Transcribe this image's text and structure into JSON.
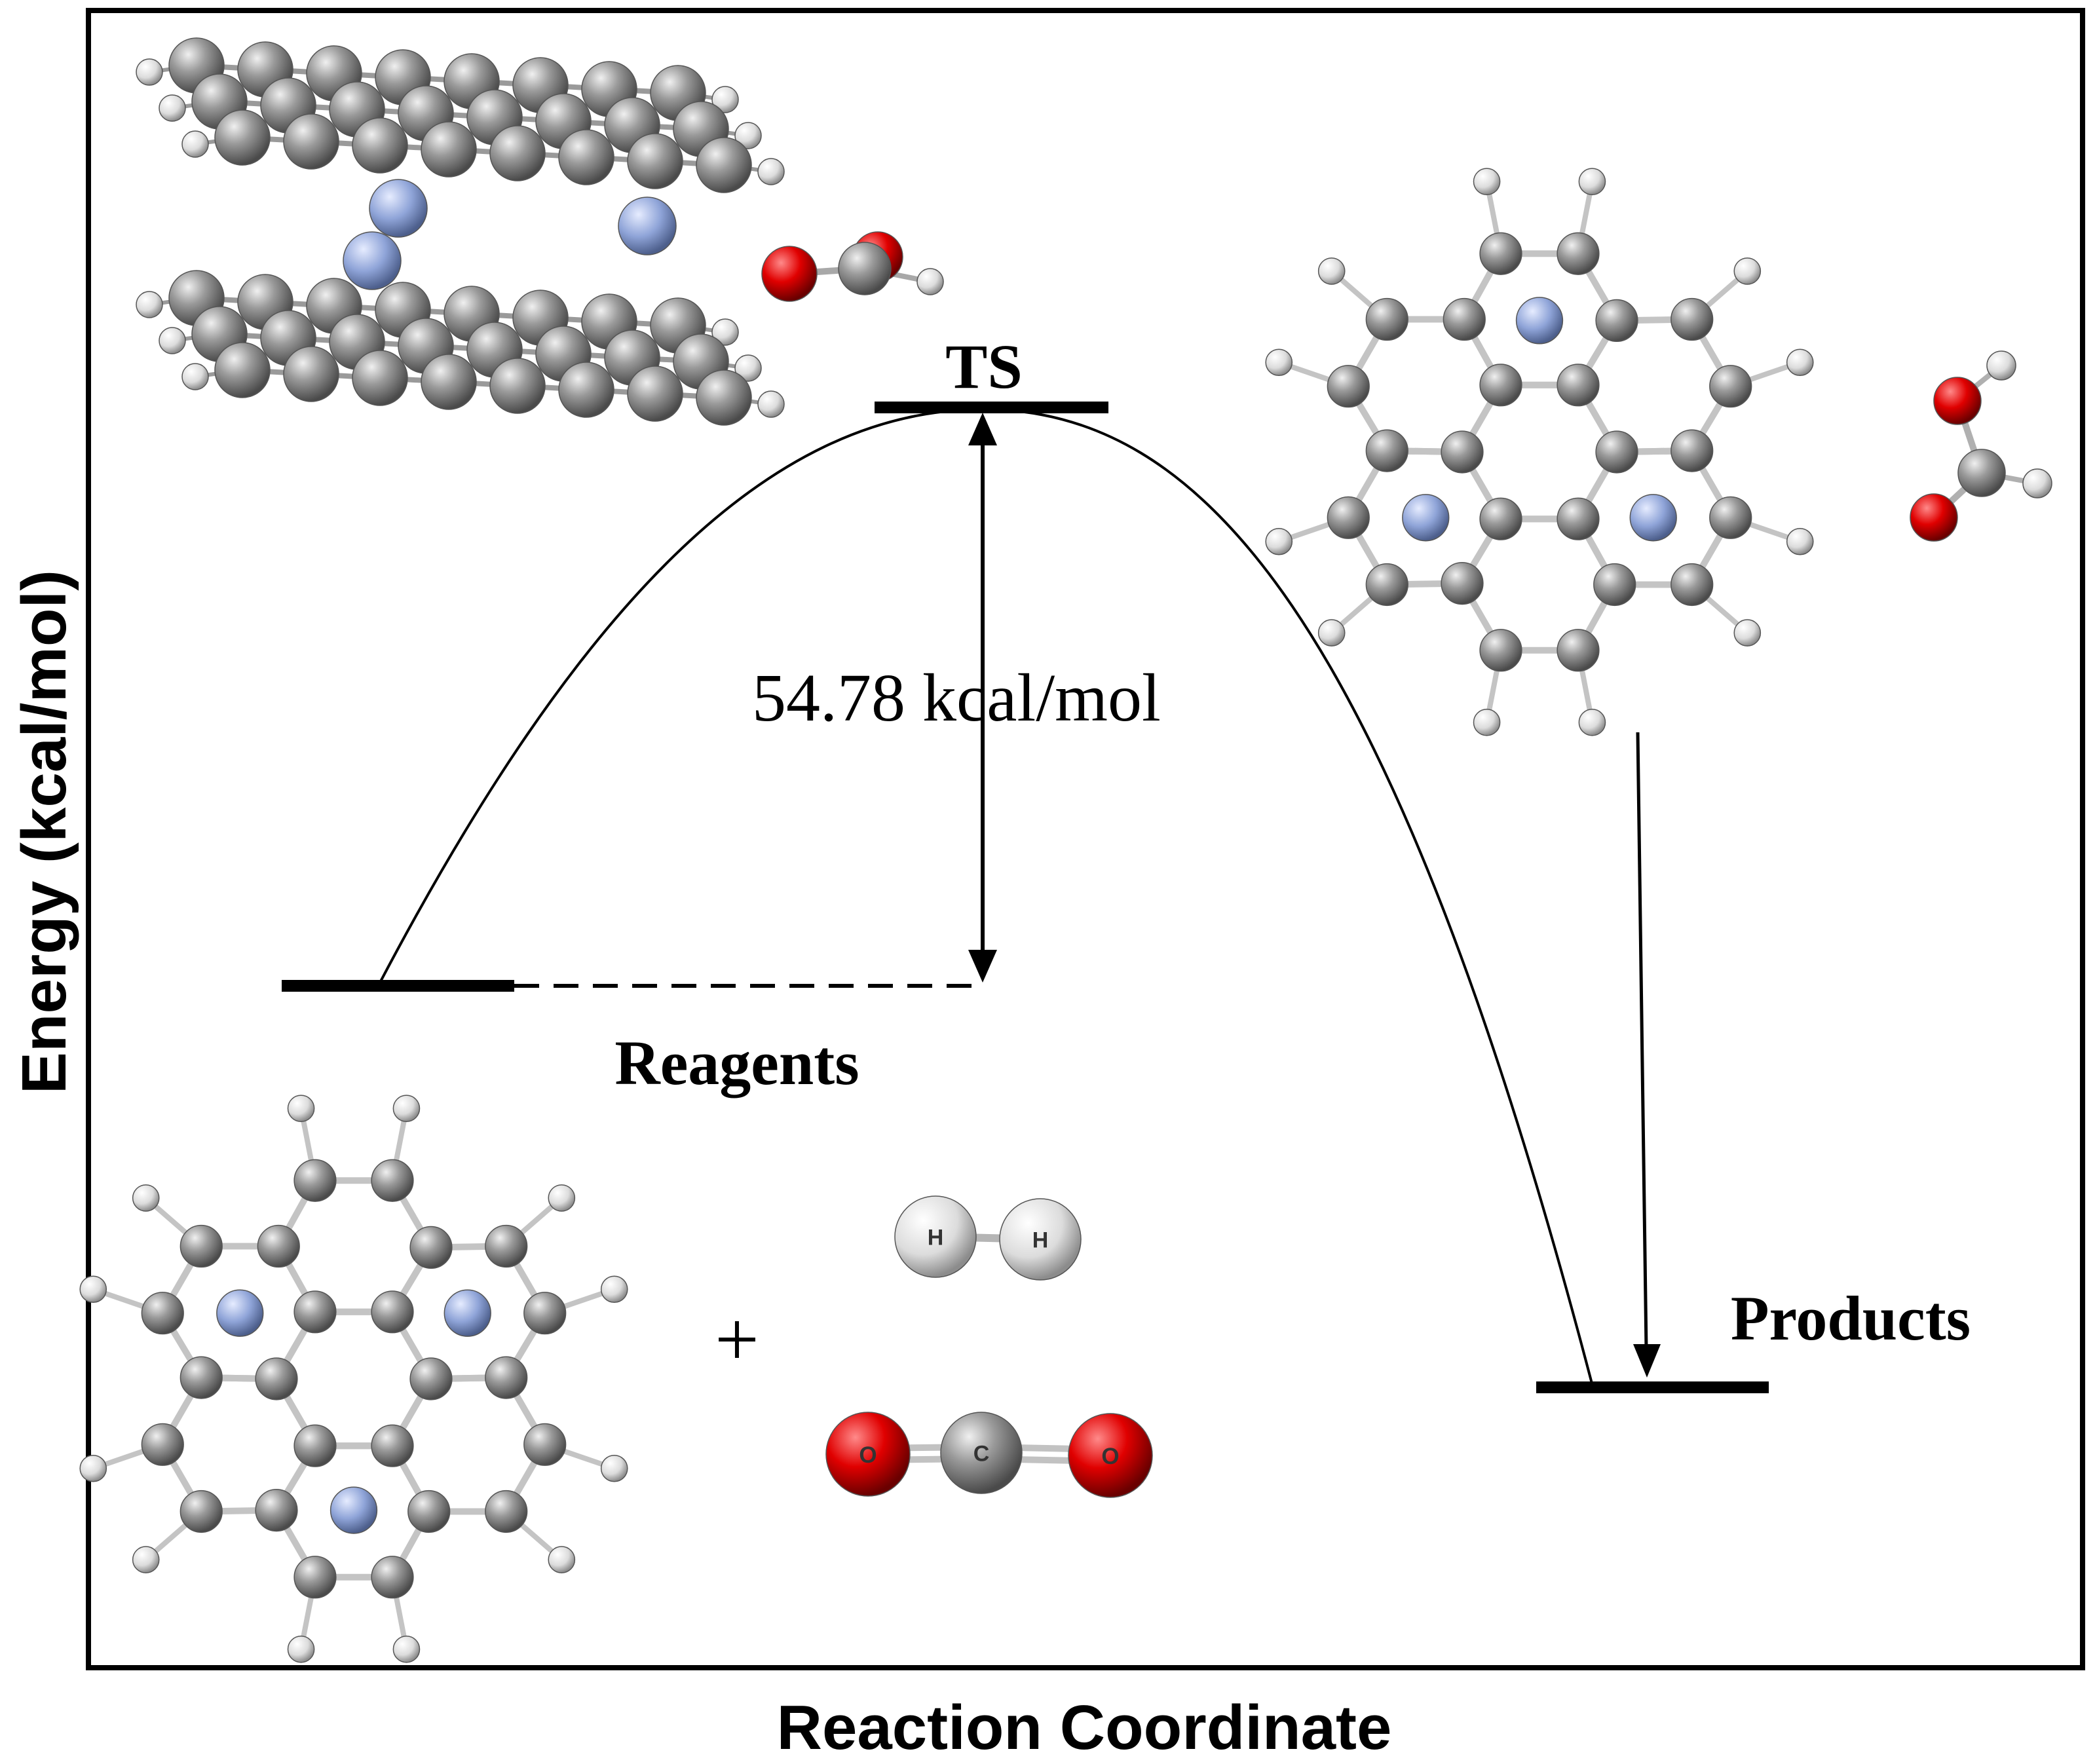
{
  "figure": {
    "x_axis_label": "Reaction Coordinate",
    "y_axis_label": "Energy (kcal/mol)",
    "barrier_label": "54.78 kcal/mol",
    "states": {
      "reagents": "Reagents",
      "transition_state": "TS",
      "products": "Products"
    },
    "plus_sign": "+",
    "atom_labels": {
      "hydrogen": "H",
      "carbon": "C",
      "oxygen": "O"
    },
    "colors": {
      "frame": "#000000",
      "carbon_atom": "#8a8a8a",
      "hydrogen_atom": "#e6e6e6",
      "nitrogen_atom": "#8fa4d8",
      "oxygen_atom": "#e00000"
    },
    "molecules": {
      "reagents_sheet": "carbon nitride sheet (flat, top view)",
      "reagents_gases": [
        "hydrogen molecule",
        "carbon dioxide molecule"
      ],
      "ts_structure": "two stacked sheets with formic acid fragment",
      "products_sheet": "carbon nitride sheet (flat, top view)",
      "products_molecule": "formic acid"
    }
  }
}
